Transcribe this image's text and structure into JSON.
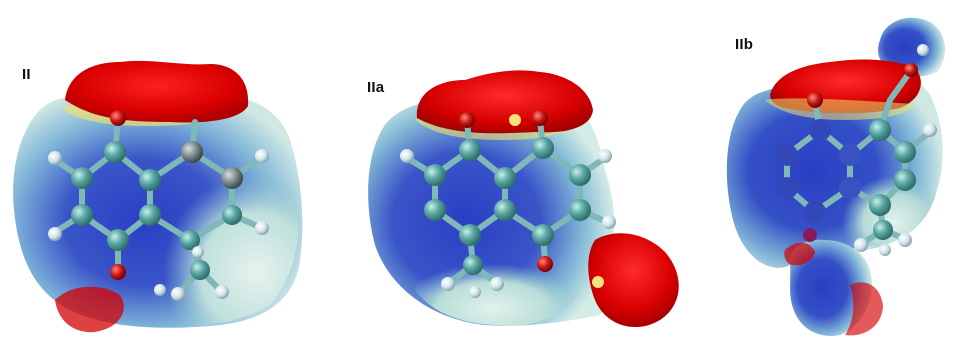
{
  "figure": {
    "panels": [
      {
        "label": "II"
      },
      {
        "label": "IIa"
      },
      {
        "label": "IIb"
      }
    ]
  },
  "colors": {
    "negative_potential": "#e00000",
    "positive_potential": "#2233b0",
    "neutral_potential": "#cfe8e4",
    "transition": "#f5e070",
    "carbon_atom": "#5aa8a4",
    "hydrogen_atom": "#e8eef0",
    "oxygen_atom": "#c81818",
    "background": "#ffffff"
  },
  "icons": {
    "surface": "electrostatic-potential-surface",
    "atom": "atom-sphere",
    "bond": "bond-stick"
  }
}
